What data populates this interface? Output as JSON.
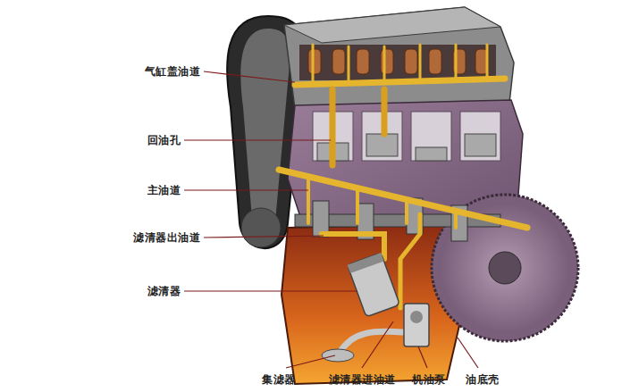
{
  "diagram": {
    "labels": [
      "气缸盖油道",
      "回油孔",
      "主油道",
      "滤清器出油道",
      "滤清器",
      "集滤器",
      "滤清器进油道",
      "机油泵",
      "油底壳"
    ]
  }
}
